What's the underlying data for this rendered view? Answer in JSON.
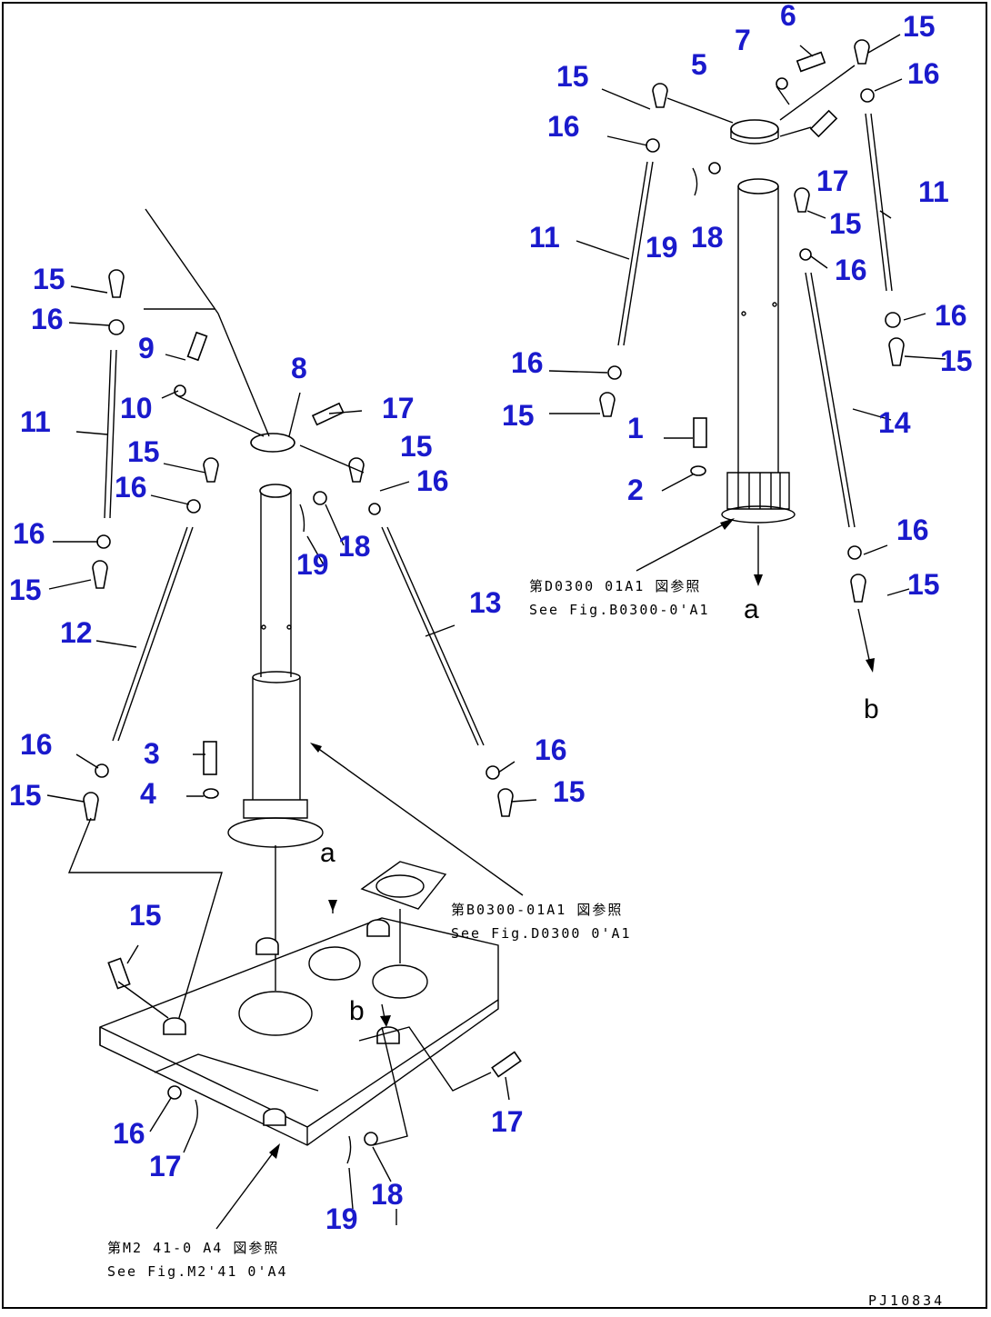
{
  "parts": {
    "r15a": "15",
    "r6": "6",
    "r7": "7",
    "r5": "5",
    "r15b": "15",
    "r16a": "16",
    "r16b": "16",
    "r17a": "17",
    "r11a": "11",
    "r11b": "11",
    "r19a": "19",
    "r18a": "18",
    "r15c": "15",
    "r16c": "16",
    "r16d": "16",
    "r16e": "16",
    "r15d": "15",
    "r15e": "15",
    "r1": "1",
    "r14": "14",
    "r2": "2",
    "r16f": "16",
    "r15f": "15",
    "l15a": "15",
    "l16a": "16",
    "l9": "9",
    "l8": "8",
    "l10": "10",
    "l17a": "17",
    "l11": "11",
    "l15b": "15",
    "l15c": "15",
    "l16b": "16",
    "l16c": "16",
    "l16d": "16",
    "l19": "19",
    "l18": "18",
    "l15d": "15",
    "l13": "13",
    "l12": "12",
    "l16e": "16",
    "l3": "3",
    "l16f": "16",
    "l4": "4",
    "l15e": "15",
    "l15f": "15",
    "b15": "15",
    "b17a": "17",
    "b16": "16",
    "b17b": "17",
    "b18": "18",
    "b19": "19"
  },
  "letters": {
    "ra": "a",
    "rb": "b",
    "la": "a",
    "lb": "b"
  },
  "notes": {
    "n1_jp": "第D0300 01A1 図参照",
    "n1_en": "See Fig.B0300-0'A1",
    "n2_jp": "第B0300-01A1 図参照",
    "n2_en": "See Fig.D0300 0'A1",
    "n3_jp": "第M2 41-0 A4 図参照",
    "n3_en": "See Fig.M2'41 0'A4"
  },
  "drawing_code": "PJ10834",
  "colors": {
    "callout": "#1a1acc",
    "line": "#000000"
  }
}
